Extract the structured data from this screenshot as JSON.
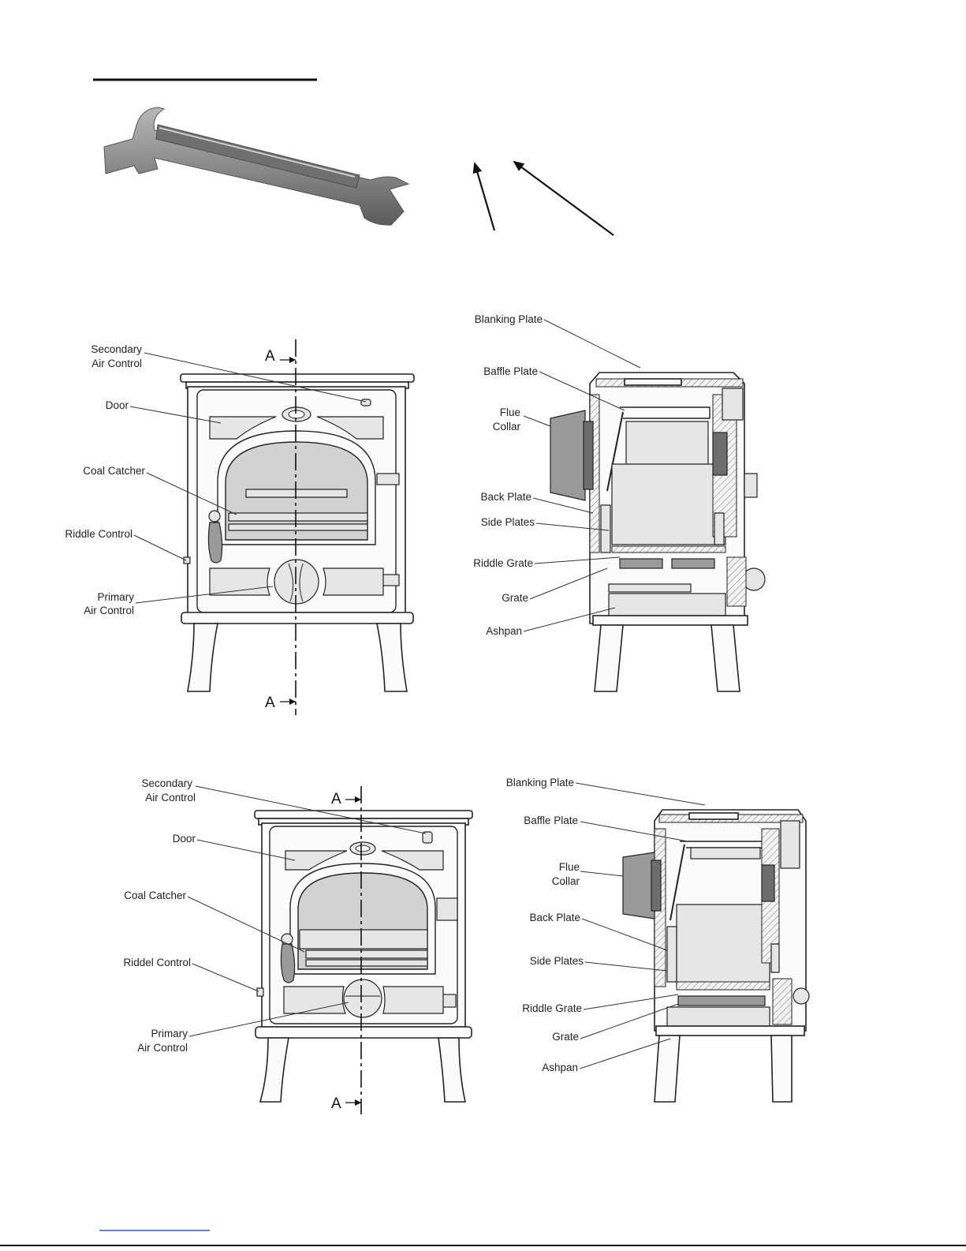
{
  "section_marker": "A",
  "front_labels_top": {
    "secondary_air_control": [
      "Secondary",
      "Air Control"
    ],
    "door": "Door",
    "coal_catcher": "Coal Catcher",
    "riddle_control": "Riddle Control",
    "primary_air_control": [
      "Primary",
      "Air Control"
    ]
  },
  "section_labels_top": {
    "blanking_plate": "Blanking Plate",
    "baffle_plate": "Baffle Plate",
    "flue_collar": [
      "Flue",
      "Collar"
    ],
    "back_plate": "Back Plate",
    "side_plates": "Side Plates",
    "riddle_grate": "Riddle Grate",
    "grate": "Grate",
    "ashpan": "Ashpan"
  },
  "front_labels_bottom": {
    "secondary_air_control": [
      "Secondary",
      "Air Control"
    ],
    "door": "Door",
    "coal_catcher": "Coal Catcher",
    "riddel_control": "Riddel Control",
    "primary_air_control": [
      "Primary",
      "Air Control"
    ]
  },
  "section_labels_bottom": {
    "blanking_plate": "Blanking Plate",
    "baffle_plate": "Baffle Plate",
    "flue_collar": [
      "Flue",
      "Collar"
    ],
    "back_plate": "Back Plate",
    "side_plates": "Side Plates",
    "riddle_grate": "Riddle Grate",
    "grate": "Grate",
    "ashpan": "Ashpan"
  },
  "colors": {
    "link_underline": "#3355cc",
    "glass": "#d2d2d2",
    "tool": "#8a8a8a"
  }
}
